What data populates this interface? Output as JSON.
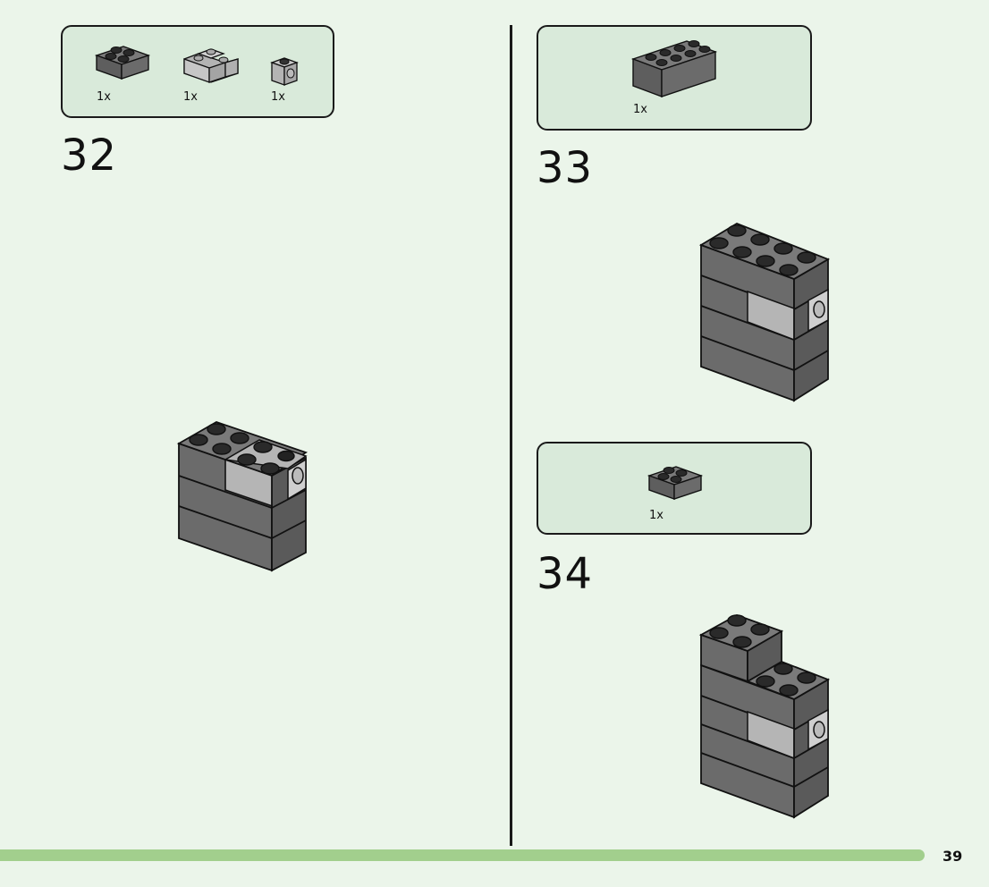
{
  "page": {
    "number": "39",
    "progress_color": "#a2cf8d",
    "background": "#ebf5ea",
    "panel_color": "#d9eada"
  },
  "colors": {
    "dark_gray": "#6b6b6b",
    "light_gray": "#b3b3b3",
    "outline": "#111111"
  },
  "steps": [
    {
      "number": "32",
      "parts": [
        {
          "qty": "1x",
          "icon": "dark-gray-2x2-brick-icon"
        },
        {
          "qty": "1x",
          "icon": "light-gray-2x2-corner-brick-icon"
        },
        {
          "qty": "1x",
          "icon": "light-gray-1x1-brick-with-hole-icon"
        }
      ]
    },
    {
      "number": "33",
      "parts": [
        {
          "qty": "1x",
          "icon": "dark-gray-2x4-brick-icon"
        }
      ]
    },
    {
      "number": "34",
      "parts": [
        {
          "qty": "1x",
          "icon": "dark-gray-2x2-brick-icon"
        }
      ]
    }
  ]
}
